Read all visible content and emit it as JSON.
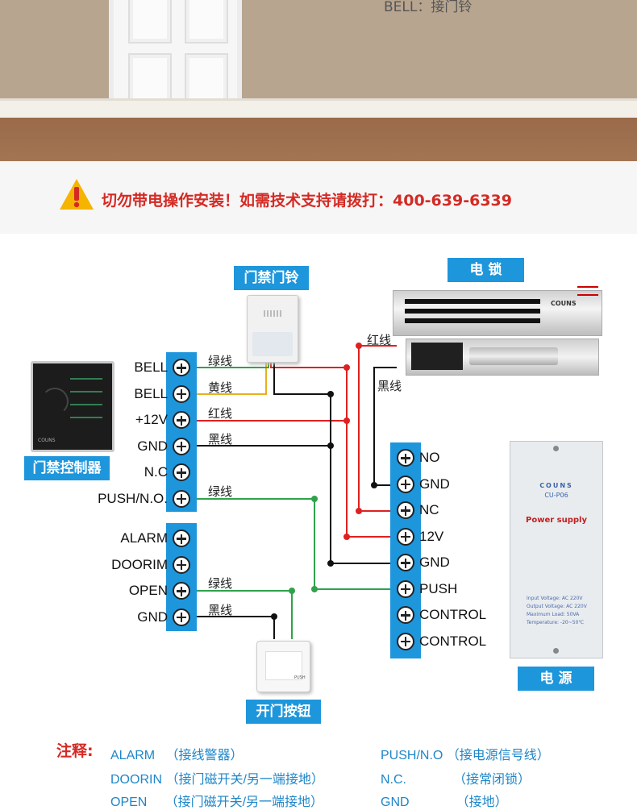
{
  "top": {
    "bell_caption": "BELL：接门铃"
  },
  "warning": {
    "text": "切勿带电操作安装！如需技术支持请拨打：400-639-6339"
  },
  "labels": {
    "door_bell": "门禁门铃",
    "elock": "电 锁",
    "controller": "门禁控制器",
    "power": "电 源",
    "exit_button": "开门按钮"
  },
  "left_terminals_a": [
    "BELL",
    "BELL",
    "+12V",
    "GND",
    "N.C",
    "PUSH/N.O."
  ],
  "left_terminals_b": [
    "ALARM",
    "DOORIM",
    "OPEN",
    "GND"
  ],
  "right_terminals": [
    "NO",
    "GND",
    "NC",
    "12V",
    "GND",
    "PUSH",
    "CONTROL",
    "CONTROL"
  ],
  "wire_labels": {
    "bell1": "绿线",
    "bell2": "黄线",
    "v12": "红线",
    "gnd": "黑线",
    "push": "绿线",
    "open": "绿线",
    "gnd2": "黑线",
    "lock_red": "红线",
    "lock_black": "黑线"
  },
  "colors": {
    "red": "#e02020",
    "yellow": "#e8b020",
    "green": "#2fa24a",
    "black": "#111111",
    "blue": "#1e96dc"
  },
  "power_supply": {
    "brand": "COUNS",
    "model": "CU-P06",
    "title": "Power supply",
    "specs": [
      "Input Voltage: AC 220V",
      "Output Voltage: AC 220V",
      "Maximum Load: 50VA",
      "Temperature: -20~50℃"
    ]
  },
  "lock_brand": "COUNS",
  "controller_brand": "COUNS",
  "button_text": "PUSH",
  "notes": {
    "title": "注释:",
    "left": [
      {
        "key": "ALARM",
        "desc": "（接线警器）"
      },
      {
        "key": "DOORIN",
        "desc": "（接门磁开关/另一端接地）"
      },
      {
        "key": "OPEN",
        "desc": "（接门磁开关/另一端接地）"
      }
    ],
    "right": [
      {
        "key": "PUSH/N.O",
        "desc": "（接电源信号线）"
      },
      {
        "key": "N.C.",
        "desc": "（接常闭锁）"
      },
      {
        "key": "GND",
        "desc": "（接地）"
      }
    ]
  }
}
